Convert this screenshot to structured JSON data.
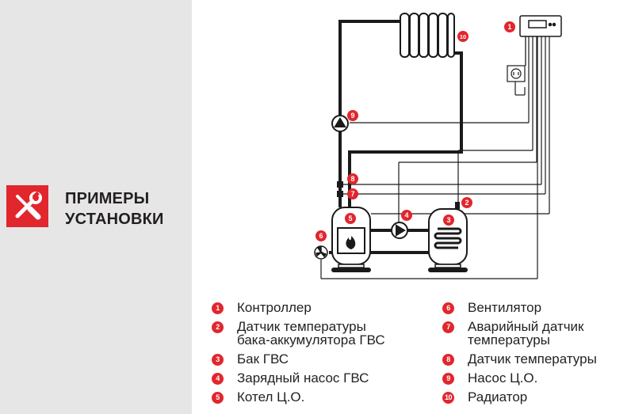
{
  "section": {
    "icon": "tools-icon",
    "title_line1": "ПРИМЕРЫ",
    "title_line2": "УСТАНОВКИ"
  },
  "colors": {
    "accent": "#e1262d",
    "pipe": "#1a1a1a",
    "panel_bg": "#e6e6e7",
    "text": "#231f20"
  },
  "diagram": {
    "markers": [
      "1",
      "2",
      "3",
      "4",
      "5",
      "6",
      "7",
      "8",
      "9",
      "10"
    ]
  },
  "legend": [
    {
      "num": "1",
      "text": "Контроллер"
    },
    {
      "num": "2",
      "text": "Датчик температуры\nбака-аккумулятора ГВС"
    },
    {
      "num": "3",
      "text": "Бак ГВС"
    },
    {
      "num": "4",
      "text": "Зарядный насос ГВС"
    },
    {
      "num": "5",
      "text": "Котел Ц.О."
    },
    {
      "num": "6",
      "text": "Вентилятор"
    },
    {
      "num": "7",
      "text": "Аварийный датчик\nтемпературы"
    },
    {
      "num": "8",
      "text": "Датчик температуры"
    },
    {
      "num": "9",
      "text": "Насос Ц.О."
    },
    {
      "num": "10",
      "text": "Радиатор"
    }
  ]
}
